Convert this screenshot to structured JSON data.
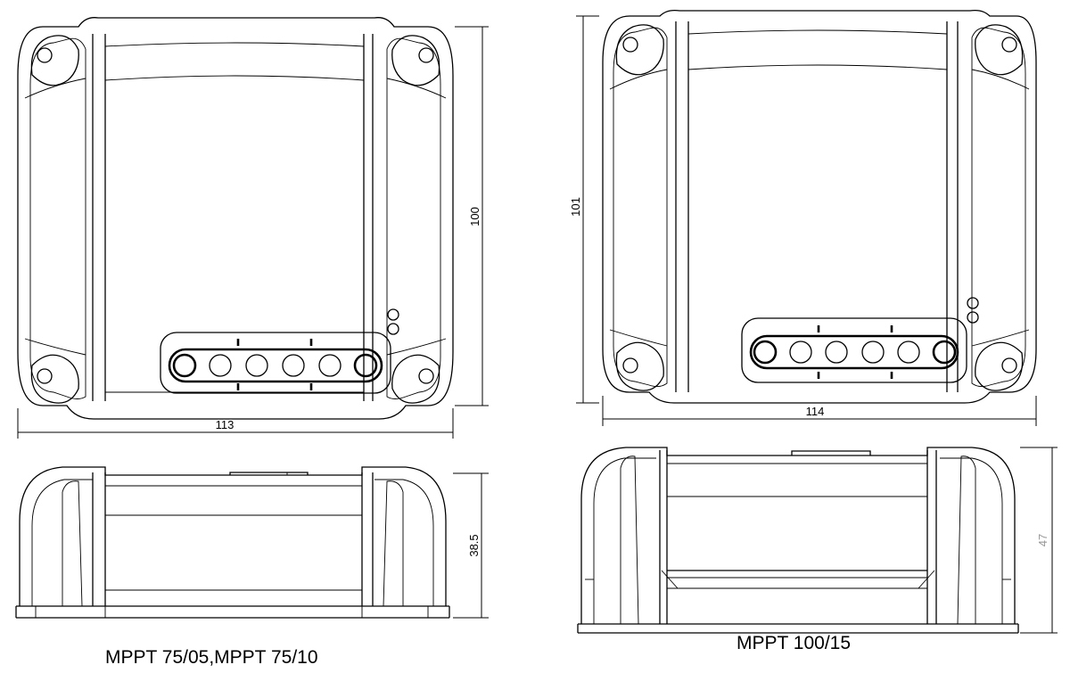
{
  "left_model": {
    "caption": "MPPT 75/05,MPPT 75/10",
    "width_dim": "113",
    "height_dim": "100",
    "depth_dim": "38.5"
  },
  "right_model": {
    "caption": "MPPT 100/15",
    "width_dim": "114",
    "height_dim": "101",
    "depth_dim": "47"
  },
  "colors": {
    "line": "#000000",
    "dim_grey": "#9a9a9a"
  }
}
